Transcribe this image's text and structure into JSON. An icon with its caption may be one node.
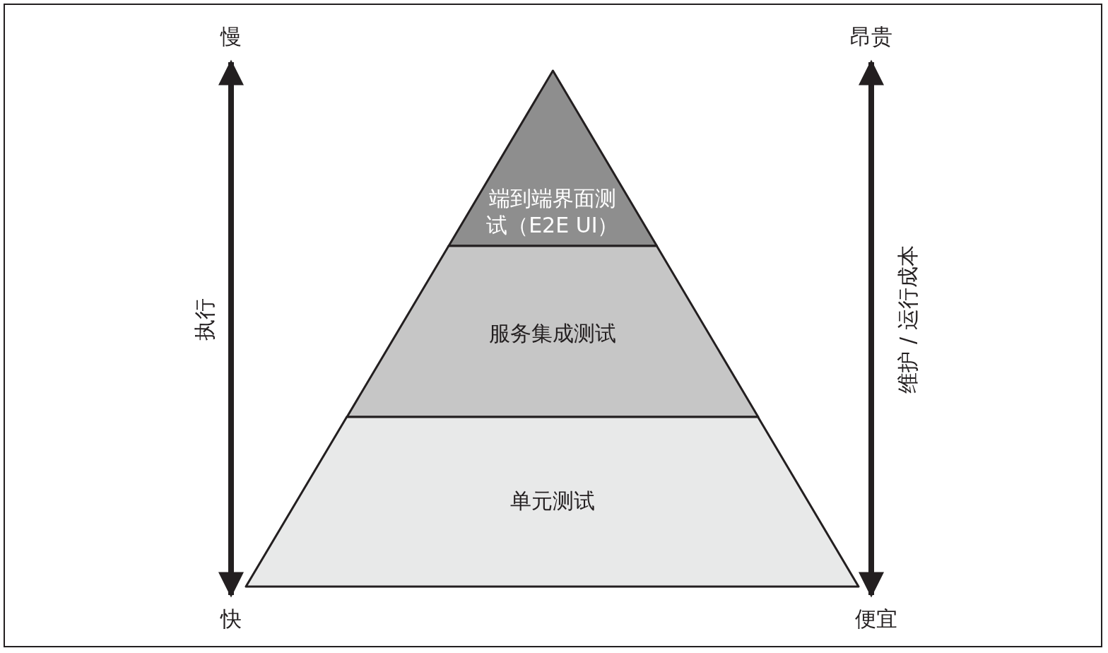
{
  "diagram": {
    "nodes": [
      {
        "text": [
          "端到端界面测试（E2E UI）"
        ]
      },
      {
        "text": [
          "服务集成测试"
        ]
      },
      {
        "text": [
          "单元测试"
        ]
      }
    ],
    "labels": [
      "慢",
      "昂贵",
      "执行",
      "维护 / 运行成本",
      "快",
      "便宜"
    ]
  }
}
